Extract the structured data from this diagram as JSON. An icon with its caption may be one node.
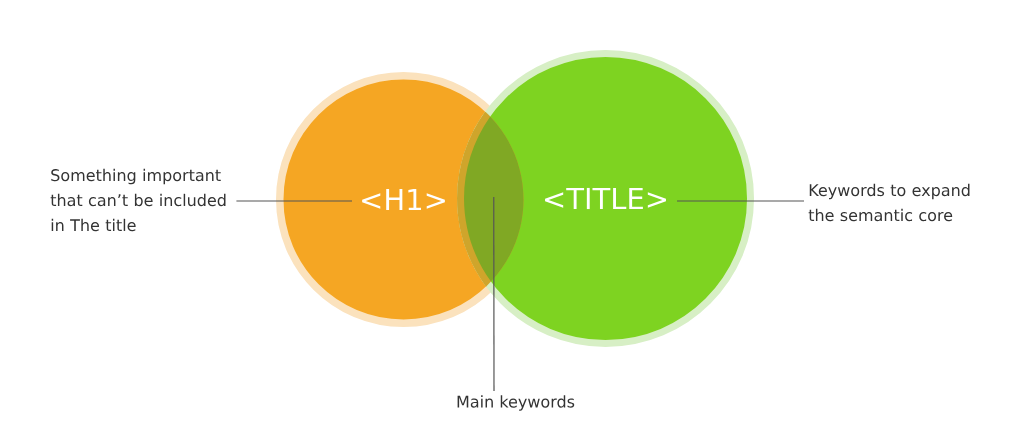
{
  "diagram": {
    "nodes": [
      {
        "text": [
          "Something important that can’t be included in The title"
        ]
      },
      {
        "text": [
          "<H1>"
        ]
      },
      {
        "text": [
          "<TITLE>"
        ]
      },
      {
        "text": [
          "Keywords to expand the semantic core"
        ]
      },
      {
        "text": [
          "Main keywords"
        ]
      },
      {
        "text": [],
        "shape": "lens"
      }
    ],
    "edges": [
      {
        "from": 0,
        "to": 1,
        "arrow": "none"
      },
      {
        "from": 3,
        "to": 2,
        "arrow": "none"
      },
      {
        "from": 4,
        "to": 5,
        "arrow": "none"
      }
    ]
  }
}
